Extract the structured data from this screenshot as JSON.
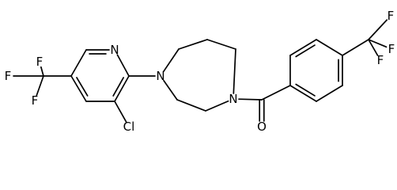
{
  "structure": {
    "atoms": [
      {
        "id": "F1",
        "label": "F"
      },
      {
        "id": "F2",
        "label": "F"
      },
      {
        "id": "F3",
        "label": "F"
      },
      {
        "id": "N_py",
        "label": "N"
      },
      {
        "id": "Cl",
        "label": "Cl"
      },
      {
        "id": "N1",
        "label": "N"
      },
      {
        "id": "N4",
        "label": "N"
      },
      {
        "id": "O",
        "label": "O"
      },
      {
        "id": "F4",
        "label": "F"
      },
      {
        "id": "F5",
        "label": "F"
      },
      {
        "id": "F6",
        "label": "F"
      }
    ]
  }
}
